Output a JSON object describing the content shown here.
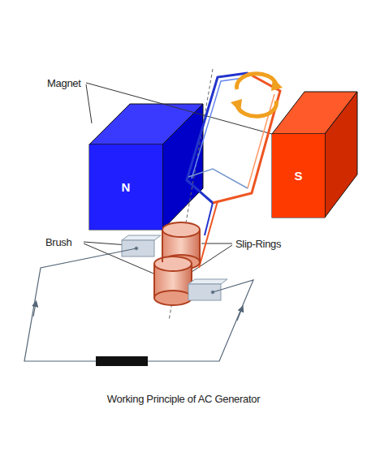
{
  "diagram": {
    "caption": "Working Principle of AC Generator",
    "nodes": [
      {
        "text": [
          "N"
        ]
      },
      {
        "text": [
          "S"
        ]
      }
    ],
    "labels": [
      "Magnet",
      "Brush",
      "Slip-Rings"
    ]
  }
}
